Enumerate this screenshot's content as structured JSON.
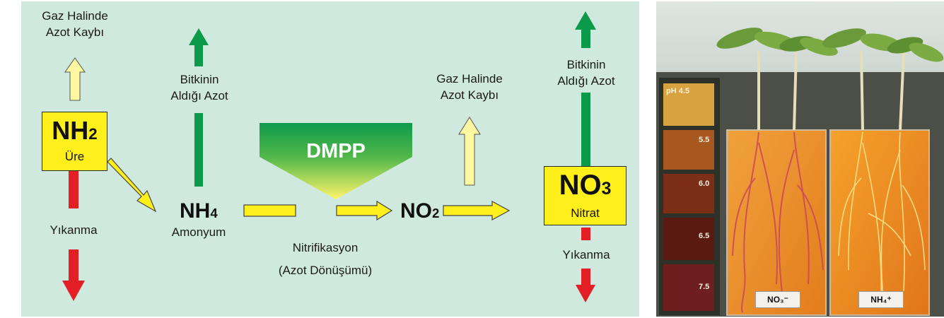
{
  "diagram": {
    "urea_box": {
      "formula": "NH",
      "formula_sub": "2",
      "name": "Üre"
    },
    "gas_loss_left": [
      "Gaz Halinde",
      "Azot Kaybı"
    ],
    "leaching_left": "Yıkanma",
    "plant_uptake_left": [
      "Bitkinin",
      "Aldığı Azot"
    ],
    "ammonium": {
      "formula": "NH",
      "formula_sub": "4",
      "name": "Amonyum"
    },
    "dmpp": "DMPP",
    "nitrification": [
      "Nitrifikasyon",
      "(Azot Dönüşümü)"
    ],
    "nitrite": {
      "formula": "NO",
      "formula_sub": "2"
    },
    "gas_loss_right": [
      "Gaz Halinde",
      "Azot Kaybı"
    ],
    "plant_uptake_right": [
      "Bitkinin",
      "Aldığı Azot"
    ],
    "nitrate_box": {
      "formula": "NO",
      "formula_sub": "3",
      "name": "Nitrat"
    },
    "leaching_right": "Yıkanma",
    "colors": {
      "background": "#cfe9de",
      "yellow": "#ffef1a",
      "green": "#0a9a4a",
      "red": "#e31e24",
      "pale_yellow": "#fff8a0"
    }
  },
  "photo": {
    "ph_scale": [
      "pH 4.5",
      "5.5",
      "6.0",
      "6.5",
      "7.5"
    ],
    "tag_left": "NO₃⁻",
    "tag_right": "NH₄⁺"
  }
}
